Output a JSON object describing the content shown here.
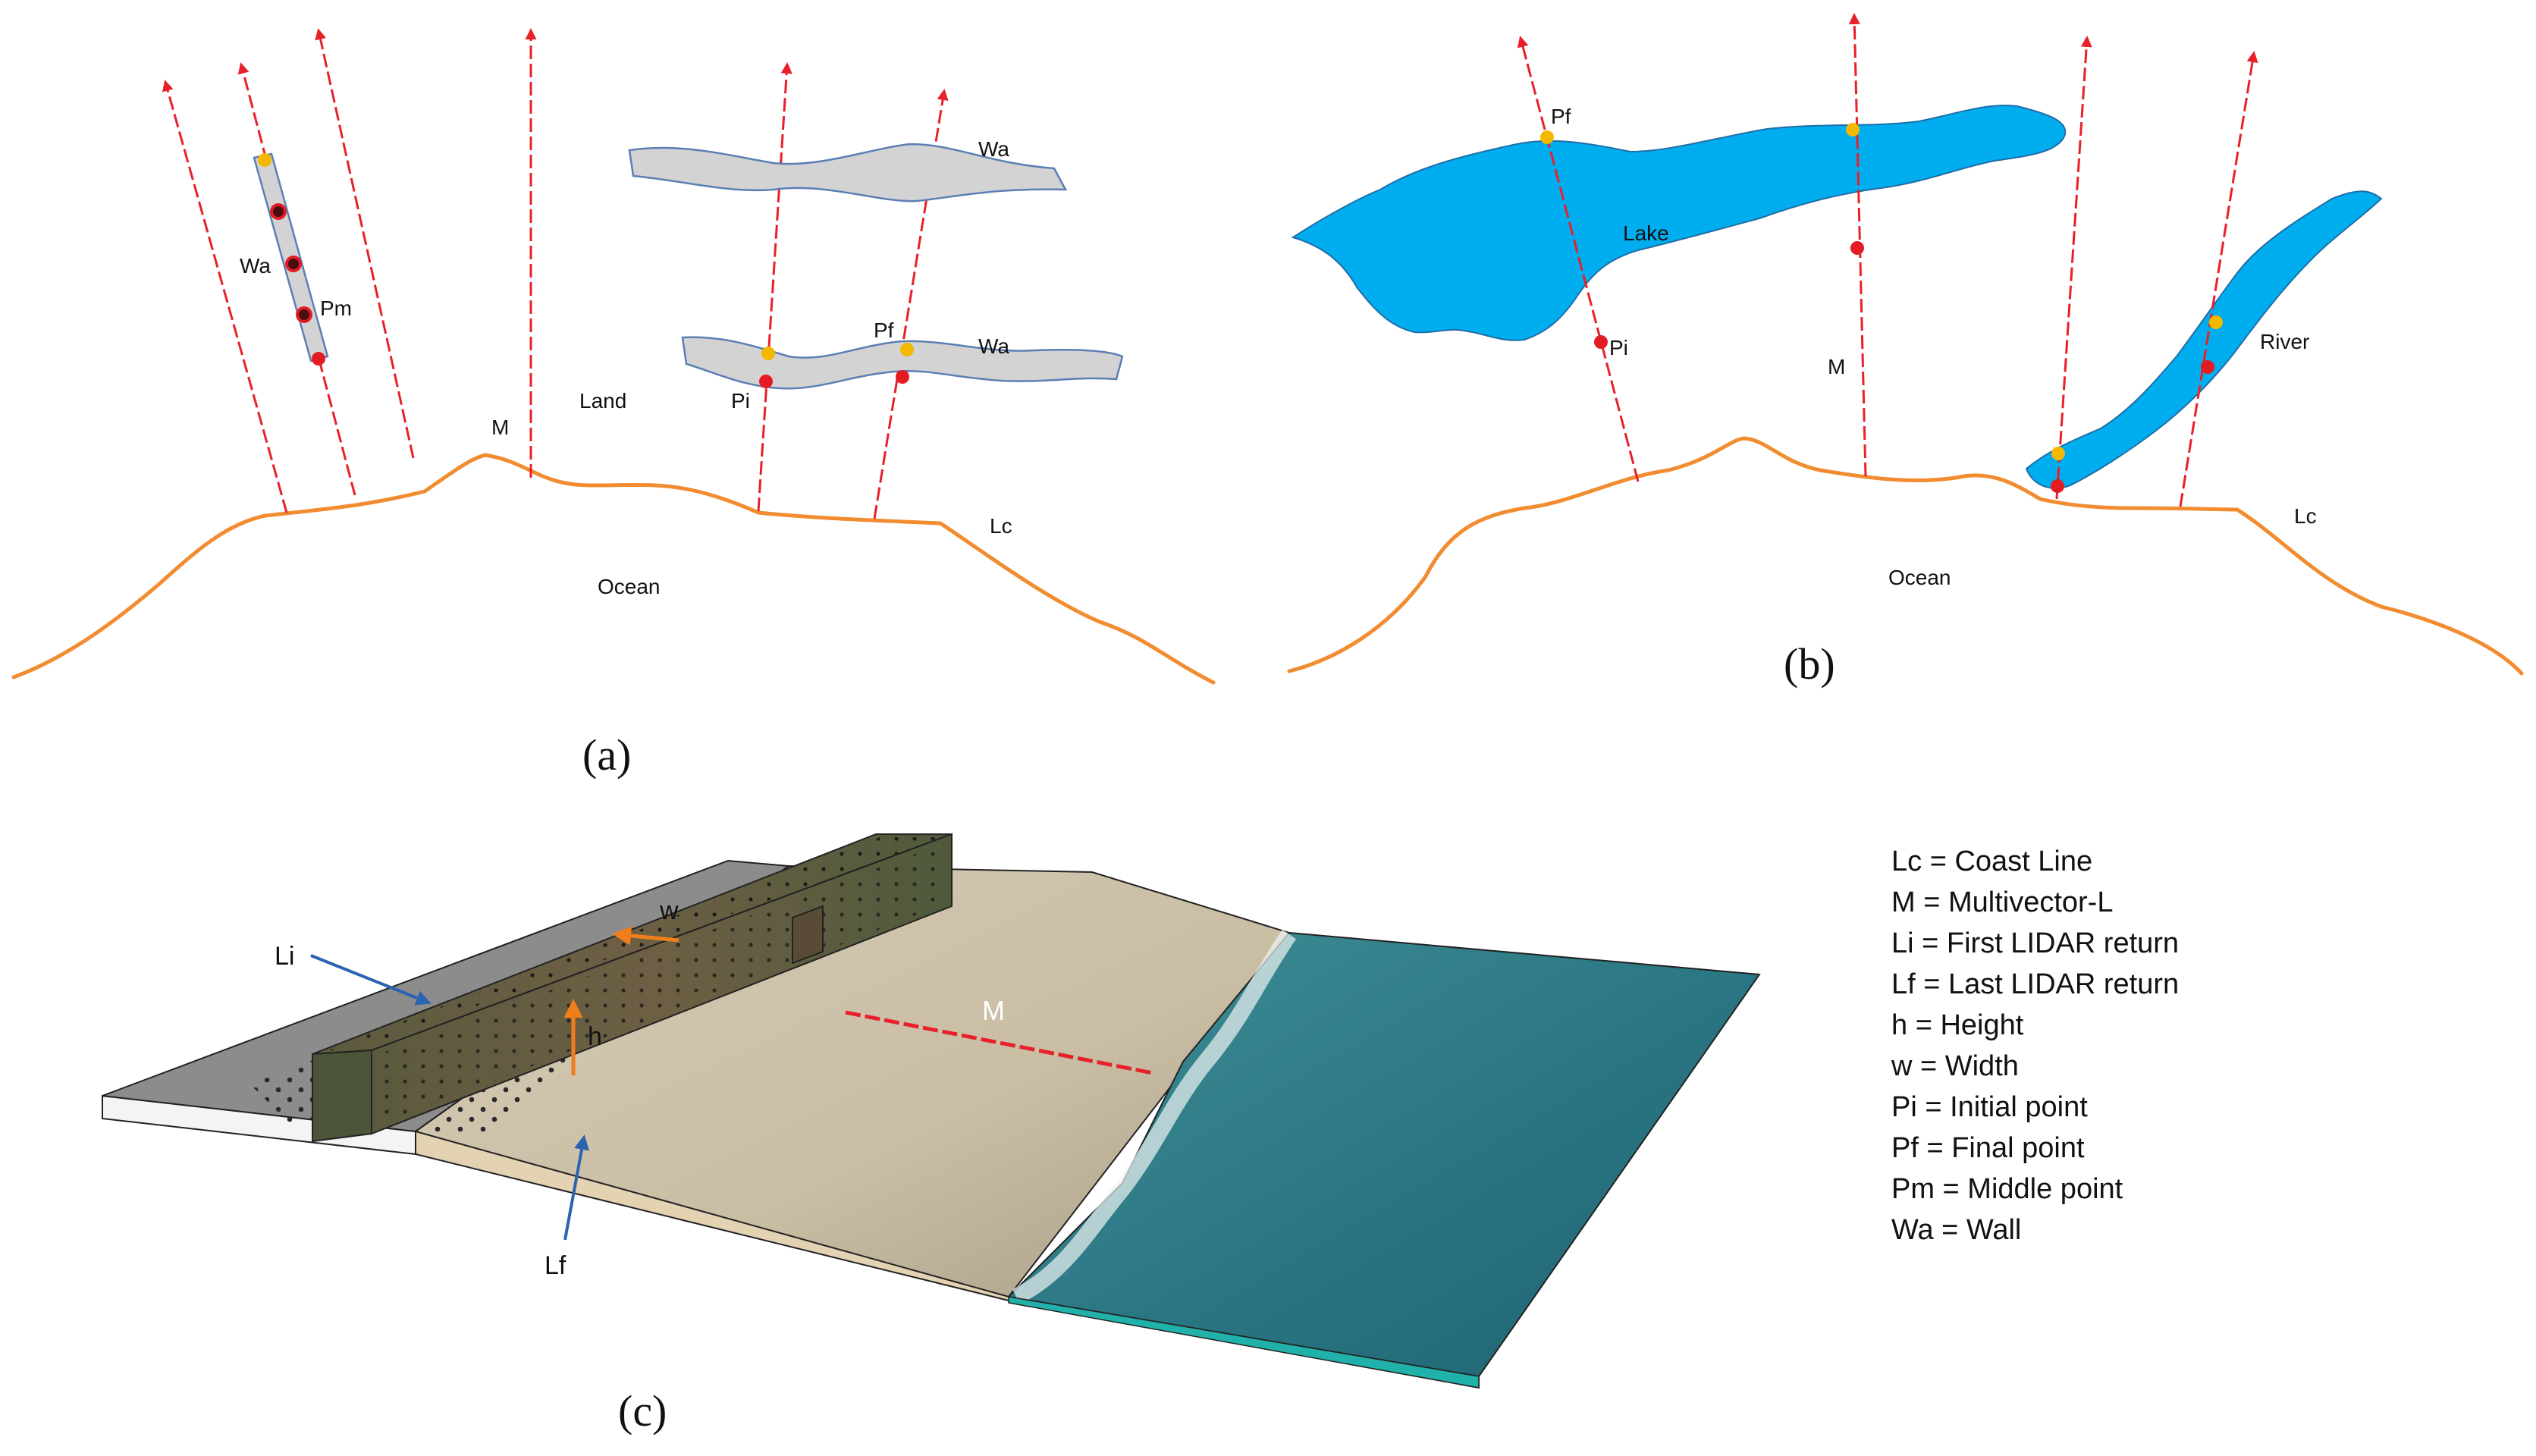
{
  "colors": {
    "vector": "#e8202a",
    "coast": "#f28c30",
    "wall": "#d3d3d3",
    "wall_outline": "#5b7fb5",
    "water": "#00aeef",
    "point_initial": "#e31b23",
    "point_final": "#f5b800",
    "sea": "#2b7a86",
    "sand": "#cbbfa8",
    "pier_arrow": "#2b63b0",
    "dim_arrow": "#f07e1b"
  },
  "panel_a": {
    "caption": "(a)",
    "labels": {
      "wa1": "Wa",
      "pm": "Pm",
      "m": "M",
      "land": "Land",
      "wa2": "Wa",
      "pf": "Pf",
      "wa3": "Wa",
      "pi": "Pi",
      "lc": "Lc",
      "ocean": "Ocean"
    }
  },
  "panel_b": {
    "caption": "(b)",
    "labels": {
      "pf": "Pf",
      "lake": "Lake",
      "pi": "Pi",
      "m": "M",
      "river": "River",
      "lc": "Lc",
      "ocean": "Ocean"
    }
  },
  "panel_c": {
    "caption": "(c)",
    "labels": {
      "li": "Li",
      "w": "w",
      "h": "h",
      "m": "M",
      "lf": "Lf"
    }
  },
  "legend": [
    "Lc = Coast Line",
    "M = Multivector-L",
    "Li = First LIDAR return",
    "Lf  = Last LIDAR return",
    "h =  Height",
    "w =  Width",
    "Pi = Initial point",
    "Pf  = Final point",
    "Pm =  Middle point",
    "Wa =  Wall"
  ]
}
